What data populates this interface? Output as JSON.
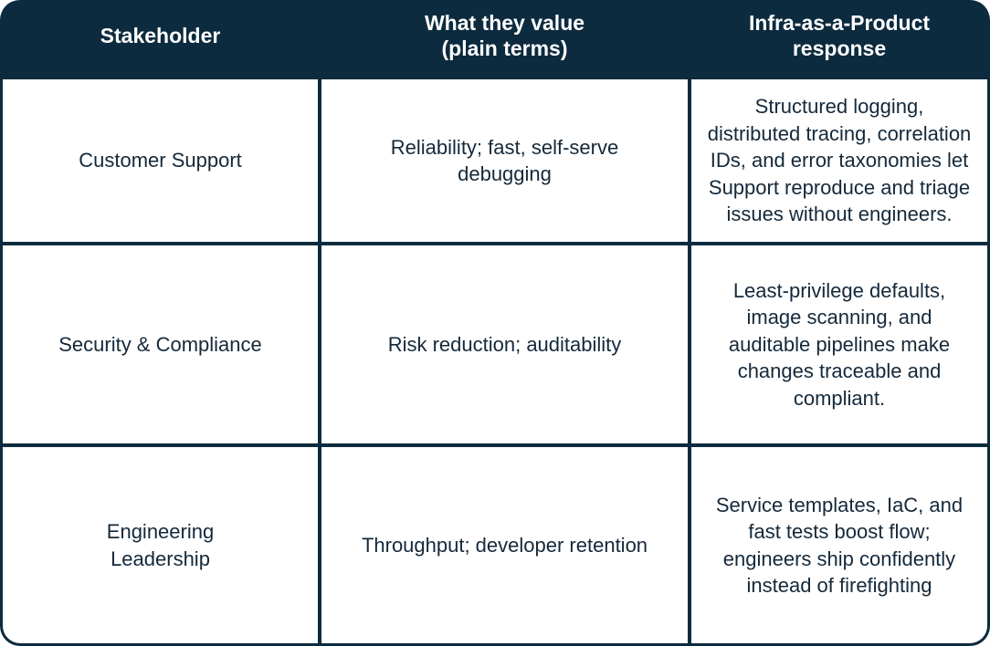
{
  "table": {
    "headers": [
      "Stakeholder",
      "What they value (plain terms)",
      "Infra-as-a-Product response"
    ],
    "rows": [
      {
        "stakeholder": "Customer Support",
        "value": "Reliability; fast, self-serve debugging",
        "response": "Structured logging, distributed tracing, correlation IDs, and error taxonomies let Support reproduce and triage issues without engineers."
      },
      {
        "stakeholder": "Security & Compliance",
        "value": "Risk reduction; auditability",
        "response": "Least-privilege defaults, image scanning, and auditable pipelines make changes traceable and compliant."
      },
      {
        "stakeholder": "Engineering Leadership",
        "value": "Throughput; developer retention",
        "response": "Service templates, IaC, and fast tests boost flow; engineers ship confidently instead of firefighting"
      }
    ]
  },
  "colors": {
    "header_bg": "#0c2b3e",
    "header_text": "#ffffff",
    "cell_bg": "#ffffff",
    "cell_text": "#15293a"
  }
}
